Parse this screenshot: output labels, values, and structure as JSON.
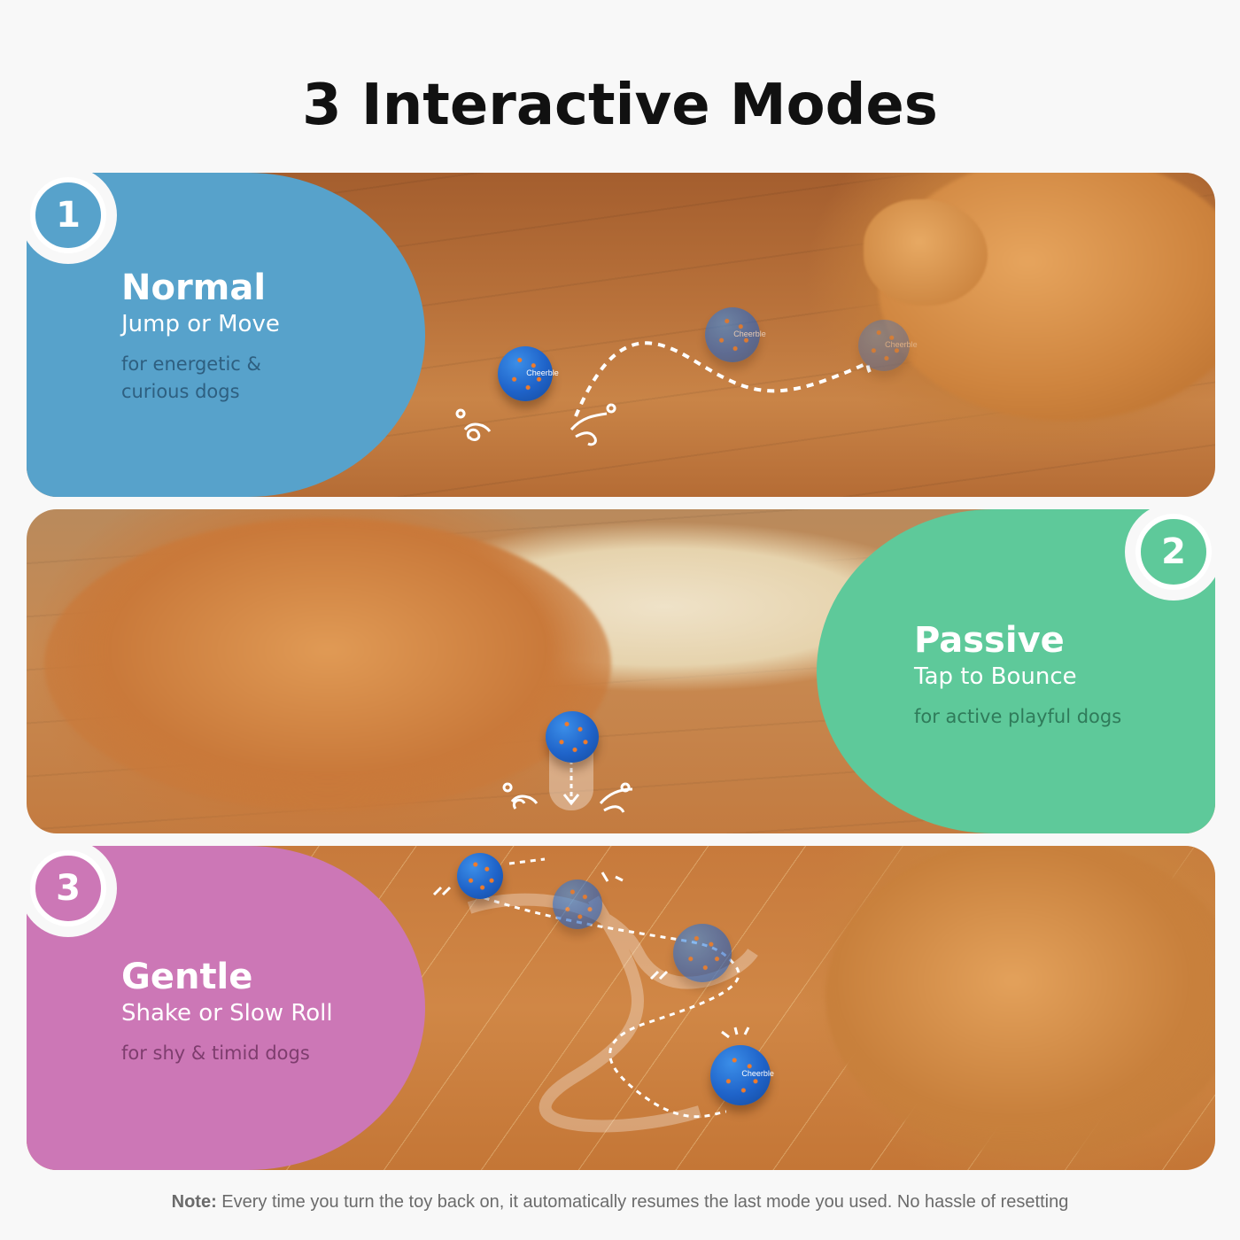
{
  "title": "3 Interactive Modes",
  "modes": [
    {
      "number": "1",
      "name": "Normal",
      "action": "Jump or Move",
      "description": "for energetic & curious dogs",
      "color": "#57a2cb",
      "description_color": "#2e5f80",
      "position": "left"
    },
    {
      "number": "2",
      "name": "Passive",
      "action": "Tap to Bounce",
      "description": "for active playful dogs",
      "color": "#5ec99a",
      "description_color": "#2f7b5a",
      "position": "right"
    },
    {
      "number": "3",
      "name": "Gentle",
      "action": "Shake or Slow Roll",
      "description": "for shy & timid dogs",
      "color": "#cc77b6",
      "description_color": "#7e3d6e",
      "position": "left"
    }
  ],
  "ball_brand": "Cheerble",
  "ball_color": "#1f63c9",
  "ball_accent": "#f07b2a",
  "note": {
    "label": "Note:",
    "text": " Every time you turn the toy back on, it automatically resumes the last mode you used. No hassle of resetting"
  }
}
